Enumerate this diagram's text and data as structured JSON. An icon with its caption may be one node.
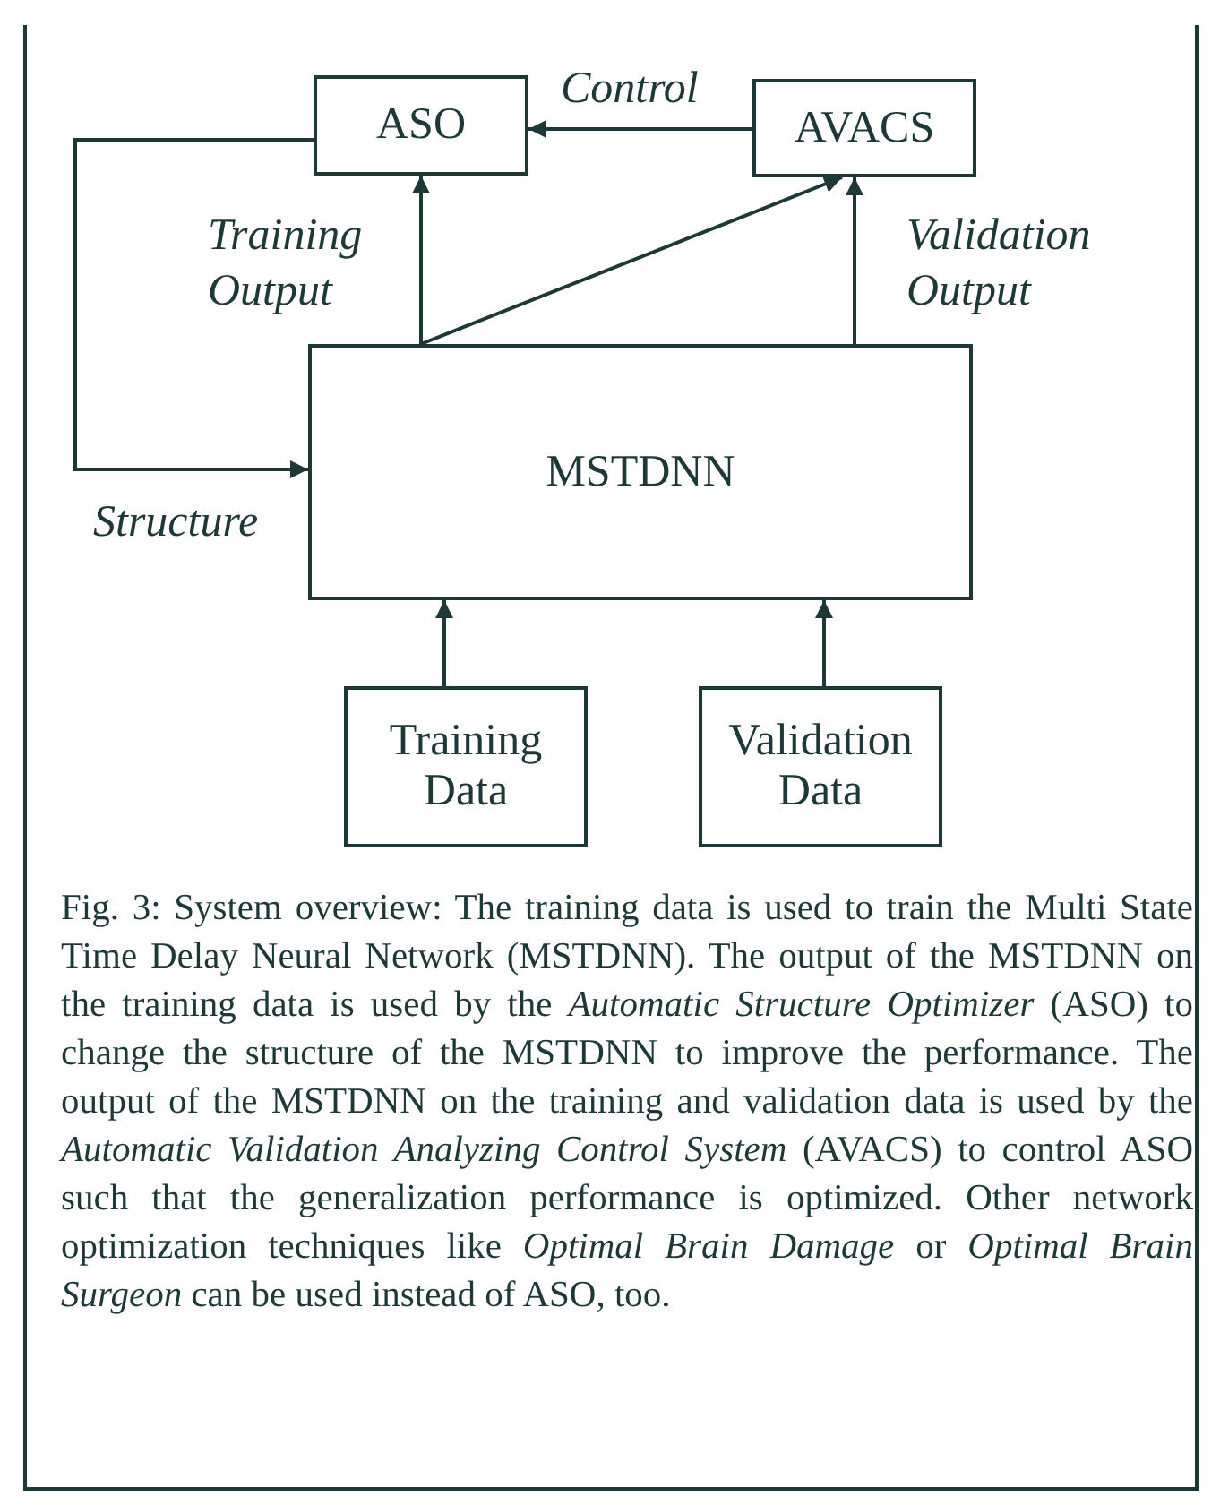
{
  "diagram": {
    "caption": "Fig. 3: System overview: The training data is used to train the Multi State Time Delay Neural Network (MSTDNN). The output of the MSTDNN on the training data is used by the *Automatic Structure Optimizer* (ASO) to change the structure of the MSTDNN to improve the performance. The output of the MSTDNN on the training and validation data is used by the *Automatic Validation Analyzing Control System* (AVACS) to control ASO such that the generalization performance is optimized. Other network optimization techniques like *Optimal Brain Damage* or *Optimal Brain Surgeon* can be used instead of ASO, too.",
    "nodes": [
      {
        "text": [
          "ASO"
        ]
      },
      {
        "text": [
          "AVACS"
        ]
      },
      {
        "text": [
          "MSTDNN"
        ]
      },
      {
        "text": [
          "Training Data"
        ]
      },
      {
        "text": [
          "Validation Data"
        ]
      }
    ],
    "edges": [
      {
        "from": 1,
        "to": 0,
        "arrow": "to",
        "label": "Control"
      },
      {
        "from": 2,
        "to": 0,
        "arrow": "to",
        "label": "Training Output"
      },
      {
        "from": 2,
        "to": 1,
        "arrow": "to"
      },
      {
        "from": 2,
        "to": 1,
        "arrow": "to",
        "label": "Validation Output"
      },
      {
        "from": 0,
        "to": 2,
        "arrow": "to",
        "label": "Structure"
      },
      {
        "from": 3,
        "to": 2,
        "arrow": "to"
      },
      {
        "from": 4,
        "to": 2,
        "arrow": "to"
      }
    ]
  }
}
